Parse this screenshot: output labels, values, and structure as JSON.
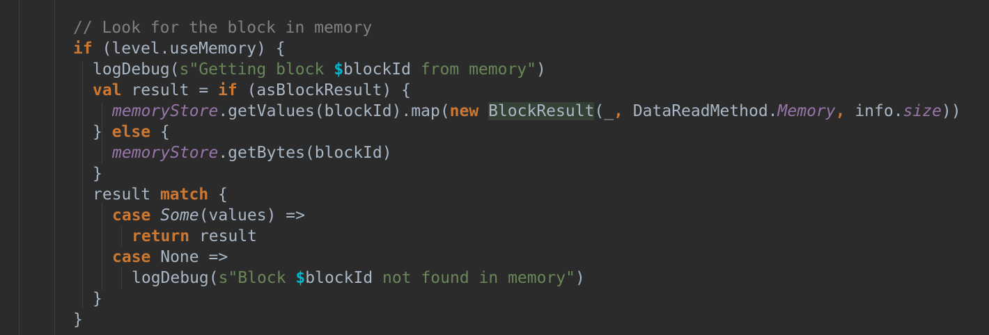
{
  "editor": {
    "language": "scala",
    "colors": {
      "background": "#2b2b2b",
      "plain": "#a9b7c6",
      "keyword": "#cc7832",
      "comment": "#808080",
      "string": "#6a8759",
      "interpolation": "#00b7cc",
      "field": "#9876aa",
      "highlight": "#344134"
    },
    "lines": [
      {
        "indent": 0,
        "tokens": [
          {
            "t": "// Look for the block in memory",
            "k": "comment"
          }
        ]
      },
      {
        "indent": 0,
        "tokens": [
          {
            "t": "if",
            "k": "keyword"
          },
          {
            "t": " (level.useMemory) {",
            "k": "plain"
          }
        ]
      },
      {
        "indent": 1,
        "tokens": [
          {
            "t": "logDebug(",
            "k": "plain"
          },
          {
            "t": "s\"Getting block ",
            "k": "string"
          },
          {
            "t": "$",
            "k": "interp"
          },
          {
            "t": "blockId",
            "k": "plain"
          },
          {
            "t": " from memory\"",
            "k": "string"
          },
          {
            "t": ")",
            "k": "plain"
          }
        ]
      },
      {
        "indent": 1,
        "tokens": [
          {
            "t": "val",
            "k": "keyword"
          },
          {
            "t": " result = ",
            "k": "plain"
          },
          {
            "t": "if",
            "k": "keyword"
          },
          {
            "t": " (asBlockResult) {",
            "k": "plain"
          }
        ]
      },
      {
        "indent": 2,
        "tokens": [
          {
            "t": "memoryStore",
            "k": "field"
          },
          {
            "t": ".getValues(blockId).map(",
            "k": "plain"
          },
          {
            "t": "new",
            "k": "keyword"
          },
          {
            "t": " ",
            "k": "plain"
          },
          {
            "t": "BlockResult",
            "k": "highlight"
          },
          {
            "t": "(_",
            "k": "plain"
          },
          {
            "t": ",",
            "k": "keyword"
          },
          {
            "t": " DataReadMethod.",
            "k": "plain"
          },
          {
            "t": "Memory",
            "k": "field"
          },
          {
            "t": ",",
            "k": "keyword"
          },
          {
            "t": " info.",
            "k": "plain"
          },
          {
            "t": "size",
            "k": "field"
          },
          {
            "t": "))",
            "k": "plain"
          }
        ]
      },
      {
        "indent": 1,
        "tokens": [
          {
            "t": "} ",
            "k": "plain"
          },
          {
            "t": "else",
            "k": "keyword"
          },
          {
            "t": " {",
            "k": "plain"
          }
        ]
      },
      {
        "indent": 2,
        "tokens": [
          {
            "t": "memoryStore",
            "k": "field"
          },
          {
            "t": ".getBytes(blockId)",
            "k": "plain"
          }
        ]
      },
      {
        "indent": 1,
        "tokens": [
          {
            "t": "}",
            "k": "plain"
          }
        ]
      },
      {
        "indent": 1,
        "tokens": [
          {
            "t": "result ",
            "k": "plain"
          },
          {
            "t": "match",
            "k": "keyword"
          },
          {
            "t": " {",
            "k": "plain"
          }
        ]
      },
      {
        "indent": 2,
        "tokens": [
          {
            "t": "case",
            "k": "keyword"
          },
          {
            "t": " ",
            "k": "plain"
          },
          {
            "t": "Some",
            "k": "italic"
          },
          {
            "t": "(values) =>",
            "k": "plain"
          }
        ]
      },
      {
        "indent": 3,
        "tokens": [
          {
            "t": "return",
            "k": "keyword"
          },
          {
            "t": " result",
            "k": "plain"
          }
        ]
      },
      {
        "indent": 2,
        "tokens": [
          {
            "t": "case",
            "k": "keyword"
          },
          {
            "t": " None =>",
            "k": "plain"
          }
        ]
      },
      {
        "indent": 3,
        "tokens": [
          {
            "t": "logDebug(",
            "k": "plain"
          },
          {
            "t": "s\"Block ",
            "k": "string"
          },
          {
            "t": "$",
            "k": "interp"
          },
          {
            "t": "blockId",
            "k": "plain"
          },
          {
            "t": " not found in memory\"",
            "k": "string"
          },
          {
            "t": ")",
            "k": "plain"
          }
        ]
      },
      {
        "indent": 1,
        "tokens": [
          {
            "t": "}",
            "k": "plain"
          }
        ]
      },
      {
        "indent": 0,
        "tokens": [
          {
            "t": "}",
            "k": "plain"
          }
        ]
      }
    ]
  }
}
